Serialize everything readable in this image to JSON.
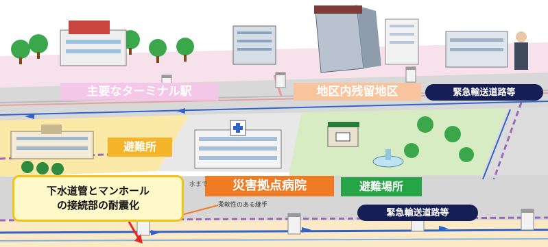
{
  "labels": {
    "main_terminal": "主要なターミナル駅",
    "district_remaining": "地区内残留地区",
    "emergency_road_top": "緊急輸送道路等",
    "shelter": "避難所",
    "disaster_hospital": "災害拠点病院",
    "evacuation_area": "避難場所",
    "emergency_road_bottom": "緊急輸送道路等",
    "callout_line1": "下水道管とマンホール",
    "callout_line2": "の接続部の耐震化",
    "flexible_joint": "柔軟性のある継手",
    "water_partial": "水まで"
  },
  "colors": {
    "terminal_label": "#f4c6e8",
    "district_label": "#f8c49e",
    "road_label": "#151f55",
    "shelter_label": "#f6b42a",
    "hospital_label": "#ef7b24",
    "evac_label": "#26a547",
    "callout_border": "#f2c21a",
    "pipe": "#2f63c8",
    "arrow": "#e8262a"
  },
  "icons": [
    "tree-icon",
    "building-icon",
    "hospital-icon",
    "school-icon",
    "toilet-icon",
    "fountain-icon",
    "manhole-icon",
    "person-icon"
  ]
}
